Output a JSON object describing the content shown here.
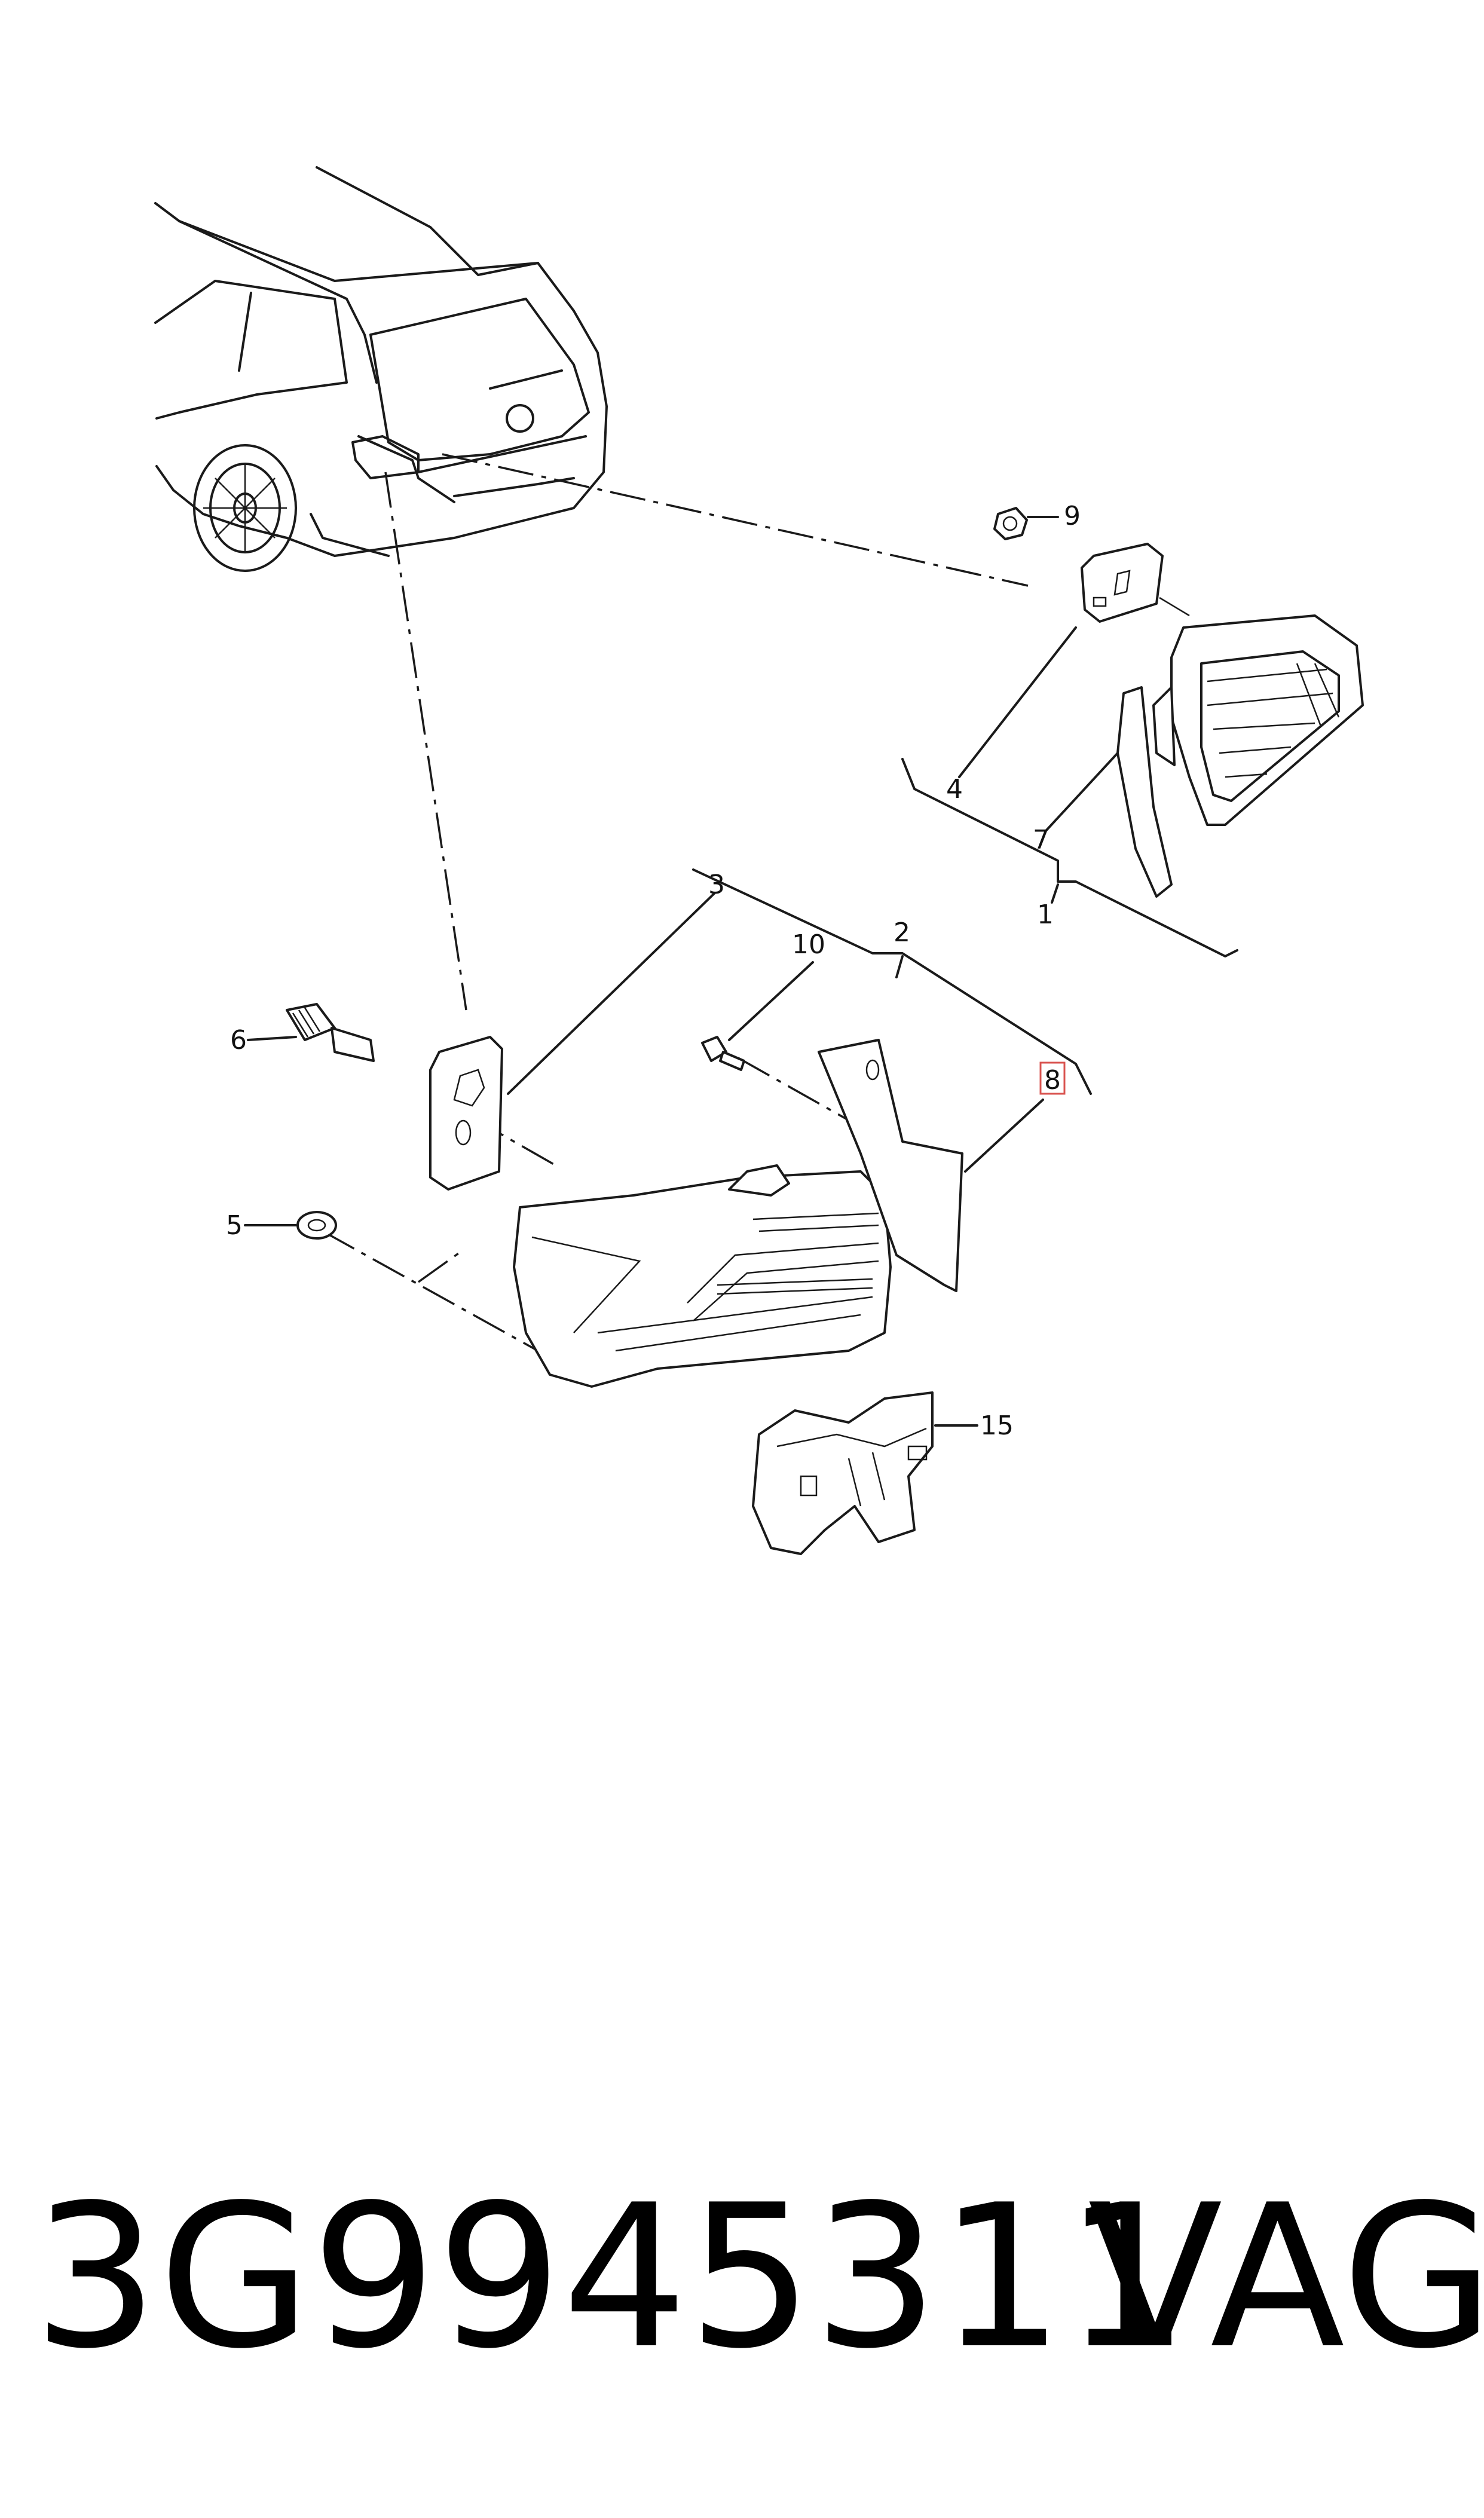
{
  "diagram": {
    "callouts": [
      {
        "id": "1",
        "label": "1"
      },
      {
        "id": "2",
        "label": "2"
      },
      {
        "id": "3",
        "label": "3"
      },
      {
        "id": "4",
        "label": "4"
      },
      {
        "id": "5",
        "label": "5"
      },
      {
        "id": "6",
        "label": "6"
      },
      {
        "id": "7",
        "label": "7"
      },
      {
        "id": "8",
        "label": "8",
        "highlighted": true
      },
      {
        "id": "9",
        "label": "9"
      },
      {
        "id": "10",
        "label": "10"
      },
      {
        "id": "15",
        "label": "15"
      }
    ],
    "highlight_color": "#d9534f"
  },
  "footer": {
    "part_number": "3G9945311",
    "brand": "VAG"
  }
}
